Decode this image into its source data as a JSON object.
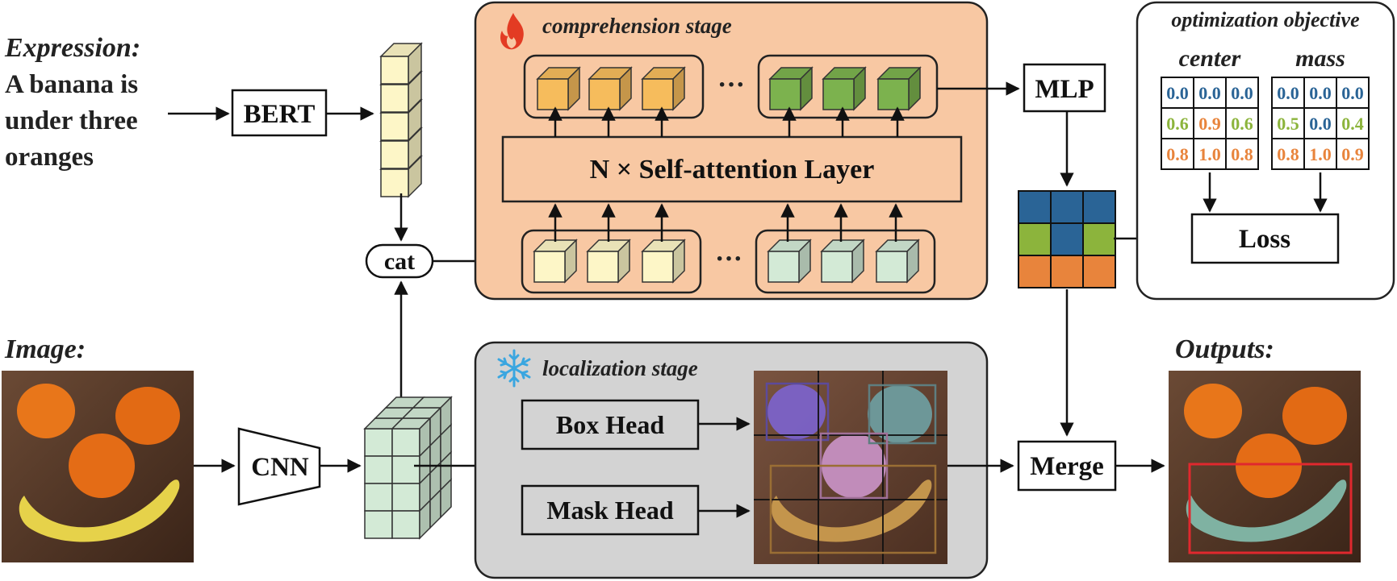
{
  "expression": {
    "heading": "Expression:",
    "lines": [
      "A banana is",
      "under three",
      "oranges"
    ]
  },
  "image_heading": "Image:",
  "outputs_heading": "Outputs:",
  "nodes": {
    "bert": "BERT",
    "cat": "cat",
    "cnn": "CNN",
    "mlp": "MLP",
    "merge": "Merge",
    "loss": "Loss",
    "self_attention": "N × Self-attention Layer",
    "box_head": "Box Head",
    "mask_head": "Mask Head",
    "ellipsis_top": "···",
    "ellipsis_bottom": "···"
  },
  "stages": {
    "comprehension": "comprehension stage",
    "localization": "localization stage"
  },
  "objective": {
    "title": "optimization objective",
    "center_label": "center",
    "mass_label": "mass",
    "center_grid": [
      [
        "0.0",
        "0.0",
        "0.0"
      ],
      [
        "0.6",
        "0.9",
        "0.6"
      ],
      [
        "0.8",
        "1.0",
        "0.8"
      ]
    ],
    "mass_grid": [
      [
        "0.0",
        "0.0",
        "0.0"
      ],
      [
        "0.5",
        "0.0",
        "0.4"
      ],
      [
        "0.8",
        "1.0",
        "0.9"
      ]
    ]
  },
  "colors": {
    "comprehension_bg": "#f8c8a3",
    "localization_bg": "#d3d3d3",
    "text_token": "#fdf6c7",
    "visual_token": "#d3ead6",
    "orange_token": "#f6bc5c",
    "green_token": "#7cb24e",
    "grid_blue": "#2a6496",
    "grid_green": "#8cb43c",
    "grid_orange": "#e8843c",
    "num_blue": "#2a6496",
    "num_green": "#8cb43c",
    "num_orange": "#e8843c",
    "fire": "#e33b23",
    "snow": "#3aa6e0",
    "output_box": "#e0282e"
  },
  "icons": {
    "fire": "fire-icon",
    "snow": "snowflake-icon"
  }
}
